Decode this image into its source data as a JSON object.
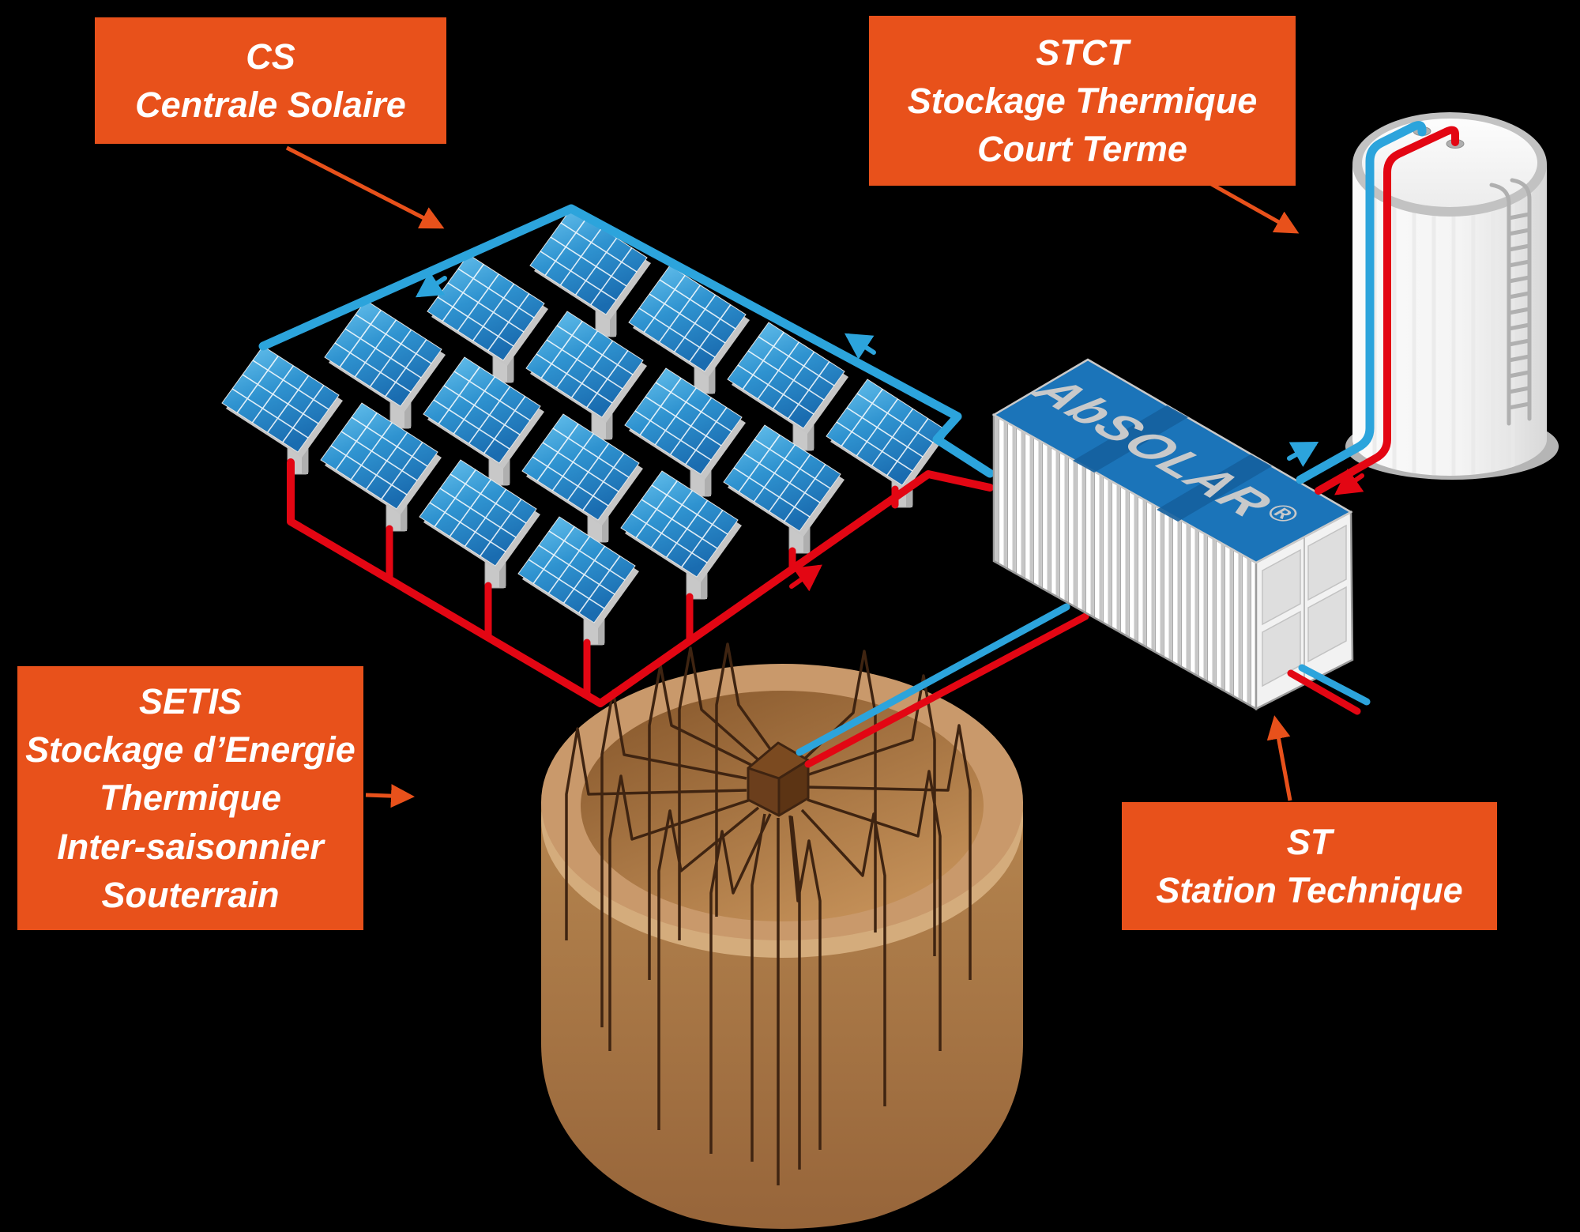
{
  "labels": {
    "cs": {
      "lines": [
        "CS",
        "Centrale Solaire"
      ]
    },
    "stct": {
      "lines": [
        "STCT",
        "Stockage Thermique",
        "Court Terme"
      ]
    },
    "setis": {
      "lines": [
        "SETIS",
        "Stockage d’Energie",
        "Thermique",
        "Inter-saisonnier",
        "Souterrain"
      ]
    },
    "st": {
      "lines": [
        "ST",
        "Station Technique"
      ]
    }
  },
  "container_brand": {
    "name": "AbSOLAR",
    "mark": "®"
  },
  "colors": {
    "accent_orange": "#E8511B",
    "pipe_cold_blue": "#2CA4DC",
    "pipe_hot_red": "#E30613",
    "container_roof_blue": "#1B74B9",
    "panel_blue_light": "#6CC6F0",
    "panel_blue_dark": "#1A6CB0",
    "soil_light": "#D4AC7C",
    "soil_mid": "#C9996B",
    "soil_dark": "#8A5C2E",
    "borehole_pipe_brown": "#3F2411",
    "tank_gray": "#C2C2C2",
    "label_text": "#FFFFFF"
  }
}
